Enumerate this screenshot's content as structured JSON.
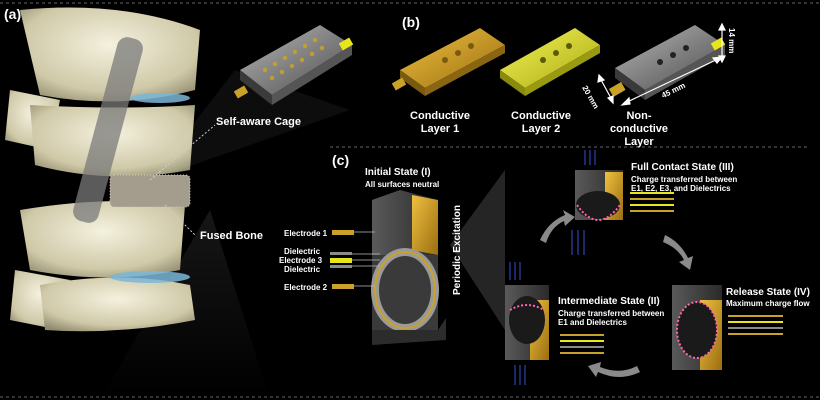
{
  "panels": {
    "a": "(a)",
    "b": "(b)",
    "c": "(c)"
  },
  "panel_a": {
    "cage_label": "Self-aware Cage",
    "bone_label": "Fused Bone"
  },
  "panel_b": {
    "layer1": "Conductive Layer 1",
    "layer2": "Conductive Layer 2",
    "layer3": "Non-conductive Layer",
    "dim_height": "14 mm",
    "dim_width": "20 mm",
    "dim_length": "45 mm"
  },
  "panel_c": {
    "initial_title": "Initial State (I)",
    "initial_desc": "All surfaces neutral",
    "electrode1": "Electrode 1",
    "dielectric_top": "Dielectric",
    "electrode3": "Electrode 3",
    "dielectric_bottom": "Dielectric",
    "electrode2": "Electrode 2",
    "excitation": "Periodic Excitation",
    "full_title": "Full Contact State (III)",
    "full_desc": "Charge transferred between E1, E2, E3, and Dielectrics",
    "inter_title": "Intermediate State (II)",
    "inter_desc": "Charge transferred between E1 and Dielectrics",
    "release_title": "Release State (IV)",
    "release_desc": "Maximum charge flow"
  },
  "colors": {
    "background": "#000000",
    "gold": "#c9a227",
    "yellow": "#e6e61a",
    "gray": "#8a8a8a",
    "bone": "#e8e4cf"
  }
}
